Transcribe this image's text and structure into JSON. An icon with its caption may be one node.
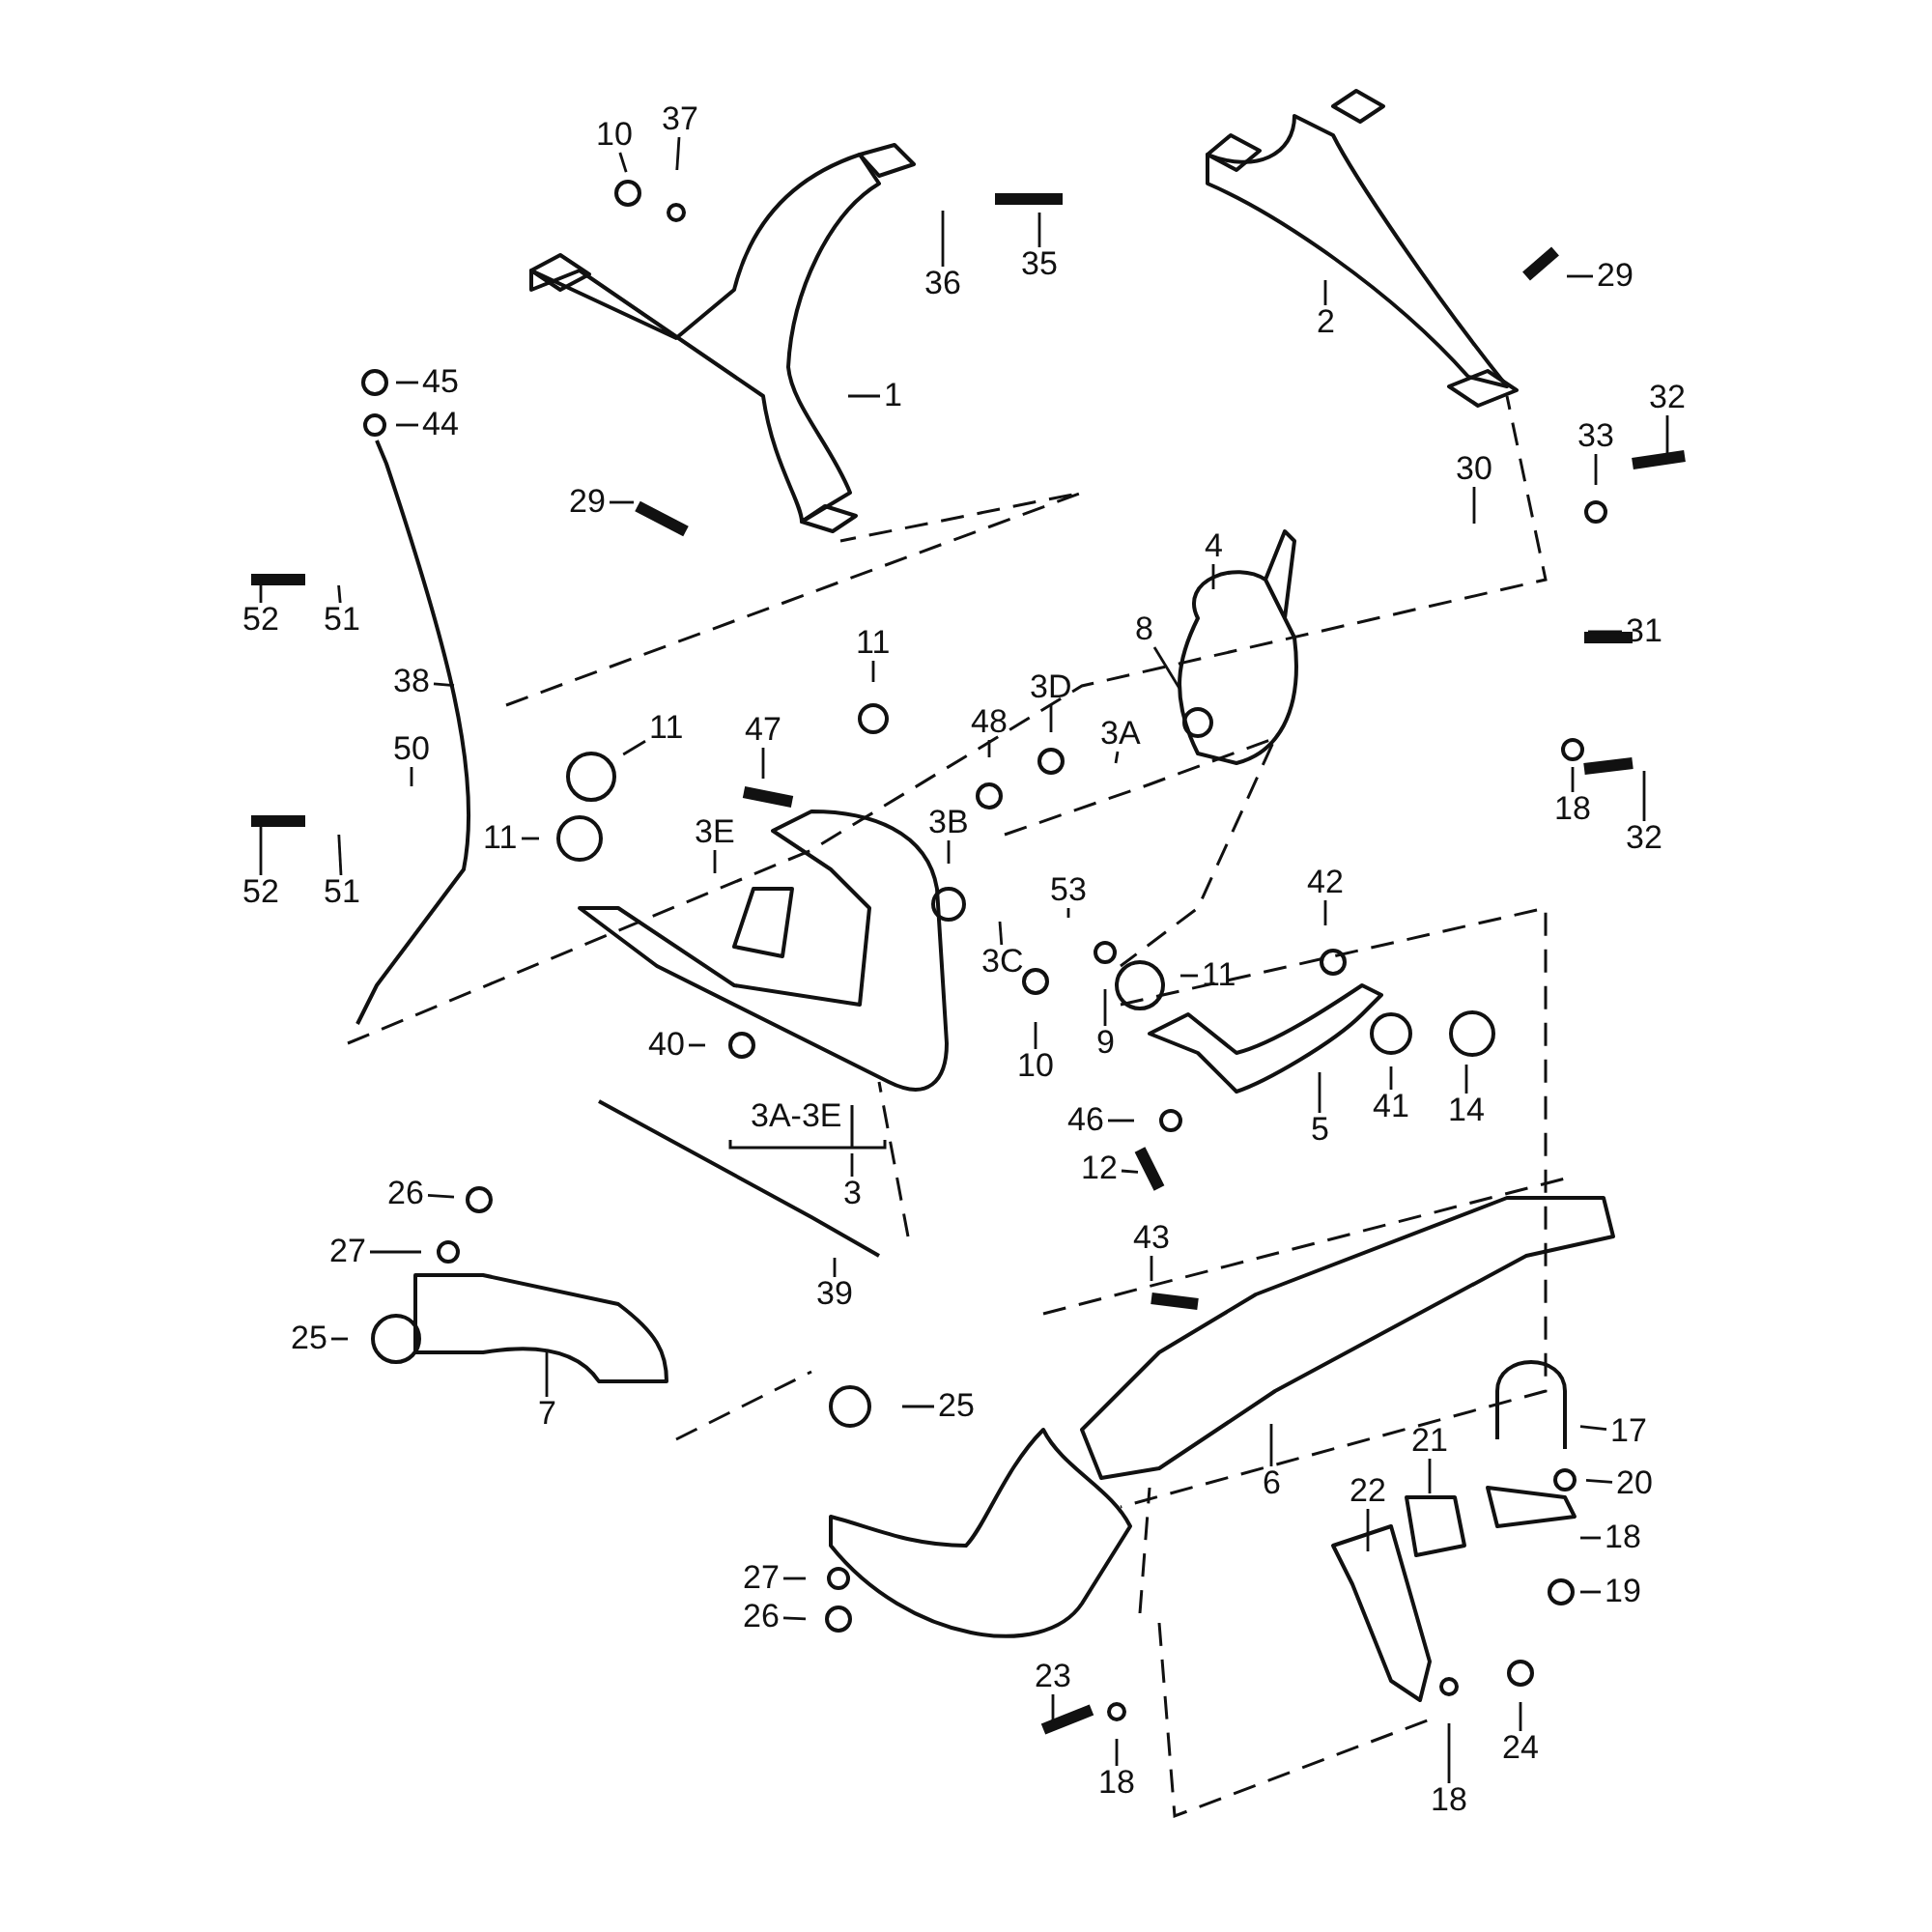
{
  "diagram": {
    "nodes": [
      {
        "text": [
          "10"
        ]
      },
      {
        "text": [
          "37"
        ]
      },
      {
        "text": [
          "36"
        ]
      },
      {
        "text": [
          "35"
        ]
      },
      {
        "text": [
          "1"
        ]
      },
      {
        "text": [
          "2"
        ]
      },
      {
        "text": [
          "29"
        ]
      },
      {
        "text": [
          "45"
        ]
      },
      {
        "text": [
          "44"
        ]
      },
      {
        "text": [
          "29"
        ]
      },
      {
        "text": [
          "52"
        ]
      },
      {
        "text": [
          "51"
        ]
      },
      {
        "text": [
          "38"
        ]
      },
      {
        "text": [
          "33"
        ]
      },
      {
        "text": [
          "32"
        ]
      },
      {
        "text": [
          "30"
        ]
      },
      {
        "text": [
          "31"
        ]
      },
      {
        "text": [
          "4"
        ]
      },
      {
        "text": [
          "8"
        ]
      },
      {
        "text": [
          "11"
        ]
      },
      {
        "text": [
          "11"
        ]
      },
      {
        "text": [
          "47"
        ]
      },
      {
        "text": [
          "48"
        ]
      },
      {
        "text": [
          "3D"
        ]
      },
      {
        "text": [
          "3A"
        ]
      },
      {
        "text": [
          "50"
        ]
      },
      {
        "text": [
          "3E"
        ]
      },
      {
        "text": [
          "3B"
        ]
      },
      {
        "text": [
          "11"
        ]
      },
      {
        "text": [
          "52"
        ]
      },
      {
        "text": [
          "51"
        ]
      },
      {
        "text": [
          "18"
        ]
      },
      {
        "text": [
          "32"
        ]
      },
      {
        "text": [
          "42"
        ]
      },
      {
        "text": [
          "3C"
        ]
      },
      {
        "text": [
          "53"
        ]
      },
      {
        "text": [
          "11"
        ]
      },
      {
        "text": [
          "40"
        ]
      },
      {
        "text": [
          "10"
        ]
      },
      {
        "text": [
          "9"
        ]
      },
      {
        "text": [
          "41"
        ]
      },
      {
        "text": [
          "14"
        ]
      },
      {
        "text": [
          "5"
        ]
      },
      {
        "text": [
          "46"
        ]
      },
      {
        "text": [
          "12"
        ]
      },
      {
        "text": [
          "3"
        ]
      },
      {
        "text": [
          "26"
        ]
      },
      {
        "text": [
          "27"
        ]
      },
      {
        "text": [
          "39"
        ]
      },
      {
        "text": [
          "43"
        ]
      },
      {
        "text": [
          "25"
        ]
      },
      {
        "text": [
          "7"
        ]
      },
      {
        "text": [
          "25"
        ]
      },
      {
        "text": [
          "6"
        ]
      },
      {
        "text": [
          "17"
        ]
      },
      {
        "text": [
          "21"
        ]
      },
      {
        "text": [
          "22"
        ]
      },
      {
        "text": [
          "20"
        ]
      },
      {
        "text": [
          "18"
        ]
      },
      {
        "text": [
          "19"
        ]
      },
      {
        "text": [
          "27"
        ]
      },
      {
        "text": [
          "26"
        ]
      },
      {
        "text": [
          "23"
        ]
      },
      {
        "text": [
          "18"
        ]
      },
      {
        "text": [
          "18"
        ]
      },
      {
        "text": [
          "24"
        ]
      }
    ],
    "edges": [
      {
        "from": 0,
        "to": null,
        "arrow": "none"
      },
      {
        "from": 1,
        "to": null,
        "arrow": "none"
      },
      {
        "from": 2,
        "to": null,
        "arrow": "none"
      },
      {
        "from": 3,
        "to": null,
        "arrow": "none"
      },
      {
        "from": 4,
        "to": null,
        "arrow": "none"
      },
      {
        "from": 5,
        "to": null,
        "arrow": "none"
      },
      {
        "from": 6,
        "to": null,
        "arrow": "none"
      },
      {
        "from": 7,
        "to": null,
        "arrow": "none"
      },
      {
        "from": 8,
        "to": null,
        "arrow": "none"
      },
      {
        "from": 9,
        "to": null,
        "arrow": "none"
      },
      {
        "from": 10,
        "to": null,
        "arrow": "none"
      },
      {
        "from": 11,
        "to": null,
        "arrow": "none"
      },
      {
        "from": 12,
        "to": null,
        "arrow": "none"
      },
      {
        "from": 13,
        "to": null,
        "arrow": "none"
      },
      {
        "from": 14,
        "to": null,
        "arrow": "none"
      },
      {
        "from": 15,
        "to": null,
        "arrow": "none"
      },
      {
        "from": 16,
        "to": null,
        "arrow": "none"
      },
      {
        "from": 17,
        "to": null,
        "arrow": "none"
      },
      {
        "from": 18,
        "to": null,
        "arrow": "none"
      },
      {
        "from": 19,
        "to": null,
        "arrow": "none"
      },
      {
        "from": 20,
        "to": null,
        "arrow": "none"
      },
      {
        "from": 21,
        "to": null,
        "arrow": "none"
      },
      {
        "from": 22,
        "to": null,
        "arrow": "none"
      },
      {
        "from": 23,
        "to": null,
        "arrow": "none"
      },
      {
        "from": 24,
        "to": null,
        "arrow": "none"
      },
      {
        "from": 25,
        "to": null,
        "arrow": "none"
      },
      {
        "from": 26,
        "to": null,
        "arrow": "none"
      },
      {
        "from": 27,
        "to": null,
        "arrow": "none"
      },
      {
        "from": 28,
        "to": null,
        "arrow": "none"
      },
      {
        "from": 29,
        "to": null,
        "arrow": "none"
      },
      {
        "from": 30,
        "to": null,
        "arrow": "none"
      },
      {
        "from": 31,
        "to": null,
        "arrow": "none"
      },
      {
        "from": 32,
        "to": null,
        "arrow": "none"
      },
      {
        "from": 33,
        "to": null,
        "arrow": "none"
      },
      {
        "from": 34,
        "to": null,
        "arrow": "none"
      },
      {
        "from": 35,
        "to": null,
        "arrow": "none"
      },
      {
        "from": 36,
        "to": null,
        "arrow": "none"
      },
      {
        "from": 37,
        "to": null,
        "arrow": "none"
      },
      {
        "from": 38,
        "to": null,
        "arrow": "none"
      },
      {
        "from": 39,
        "to": null,
        "arrow": "none"
      },
      {
        "from": 40,
        "to": null,
        "arrow": "none"
      },
      {
        "from": 41,
        "to": null,
        "arrow": "none"
      },
      {
        "from": 42,
        "to": null,
        "arrow": "none"
      },
      {
        "from": 43,
        "to": null,
        "arrow": "none"
      },
      {
        "from": 44,
        "to": null,
        "arrow": "none"
      },
      {
        "from": 45,
        "to": null,
        "arrow": "none"
      },
      {
        "from": 46,
        "to": null,
        "arrow": "none"
      },
      {
        "from": 47,
        "to": null,
        "arrow": "none"
      },
      {
        "from": 48,
        "to": null,
        "arrow": "none"
      },
      {
        "from": 49,
        "to": null,
        "arrow": "none"
      },
      {
        "from": 50,
        "to": null,
        "arrow": "none"
      },
      {
        "from": 51,
        "to": null,
        "arrow": "none"
      },
      {
        "from": 52,
        "to": null,
        "arrow": "none"
      },
      {
        "from": 53,
        "to": null,
        "arrow": "none"
      },
      {
        "from": 54,
        "to": null,
        "arrow": "none"
      },
      {
        "from": 55,
        "to": null,
        "arrow": "none"
      },
      {
        "from": 56,
        "to": null,
        "arrow": "none"
      },
      {
        "from": 57,
        "to": null,
        "arrow": "none"
      },
      {
        "from": 58,
        "to": null,
        "arrow": "none"
      },
      {
        "from": 59,
        "to": null,
        "arrow": "none"
      },
      {
        "from": 60,
        "to": null,
        "arrow": "none"
      },
      {
        "from": 61,
        "to": null,
        "arrow": "none"
      },
      {
        "from": 62,
        "to": null,
        "arrow": "none"
      },
      {
        "from": 63,
        "to": null,
        "arrow": "none"
      },
      {
        "from": 64,
        "to": null,
        "arrow": "none"
      },
      {
        "from": 65,
        "to": null,
        "arrow": "none"
      }
    ],
    "labels": [
      "3A-3E"
    ]
  }
}
